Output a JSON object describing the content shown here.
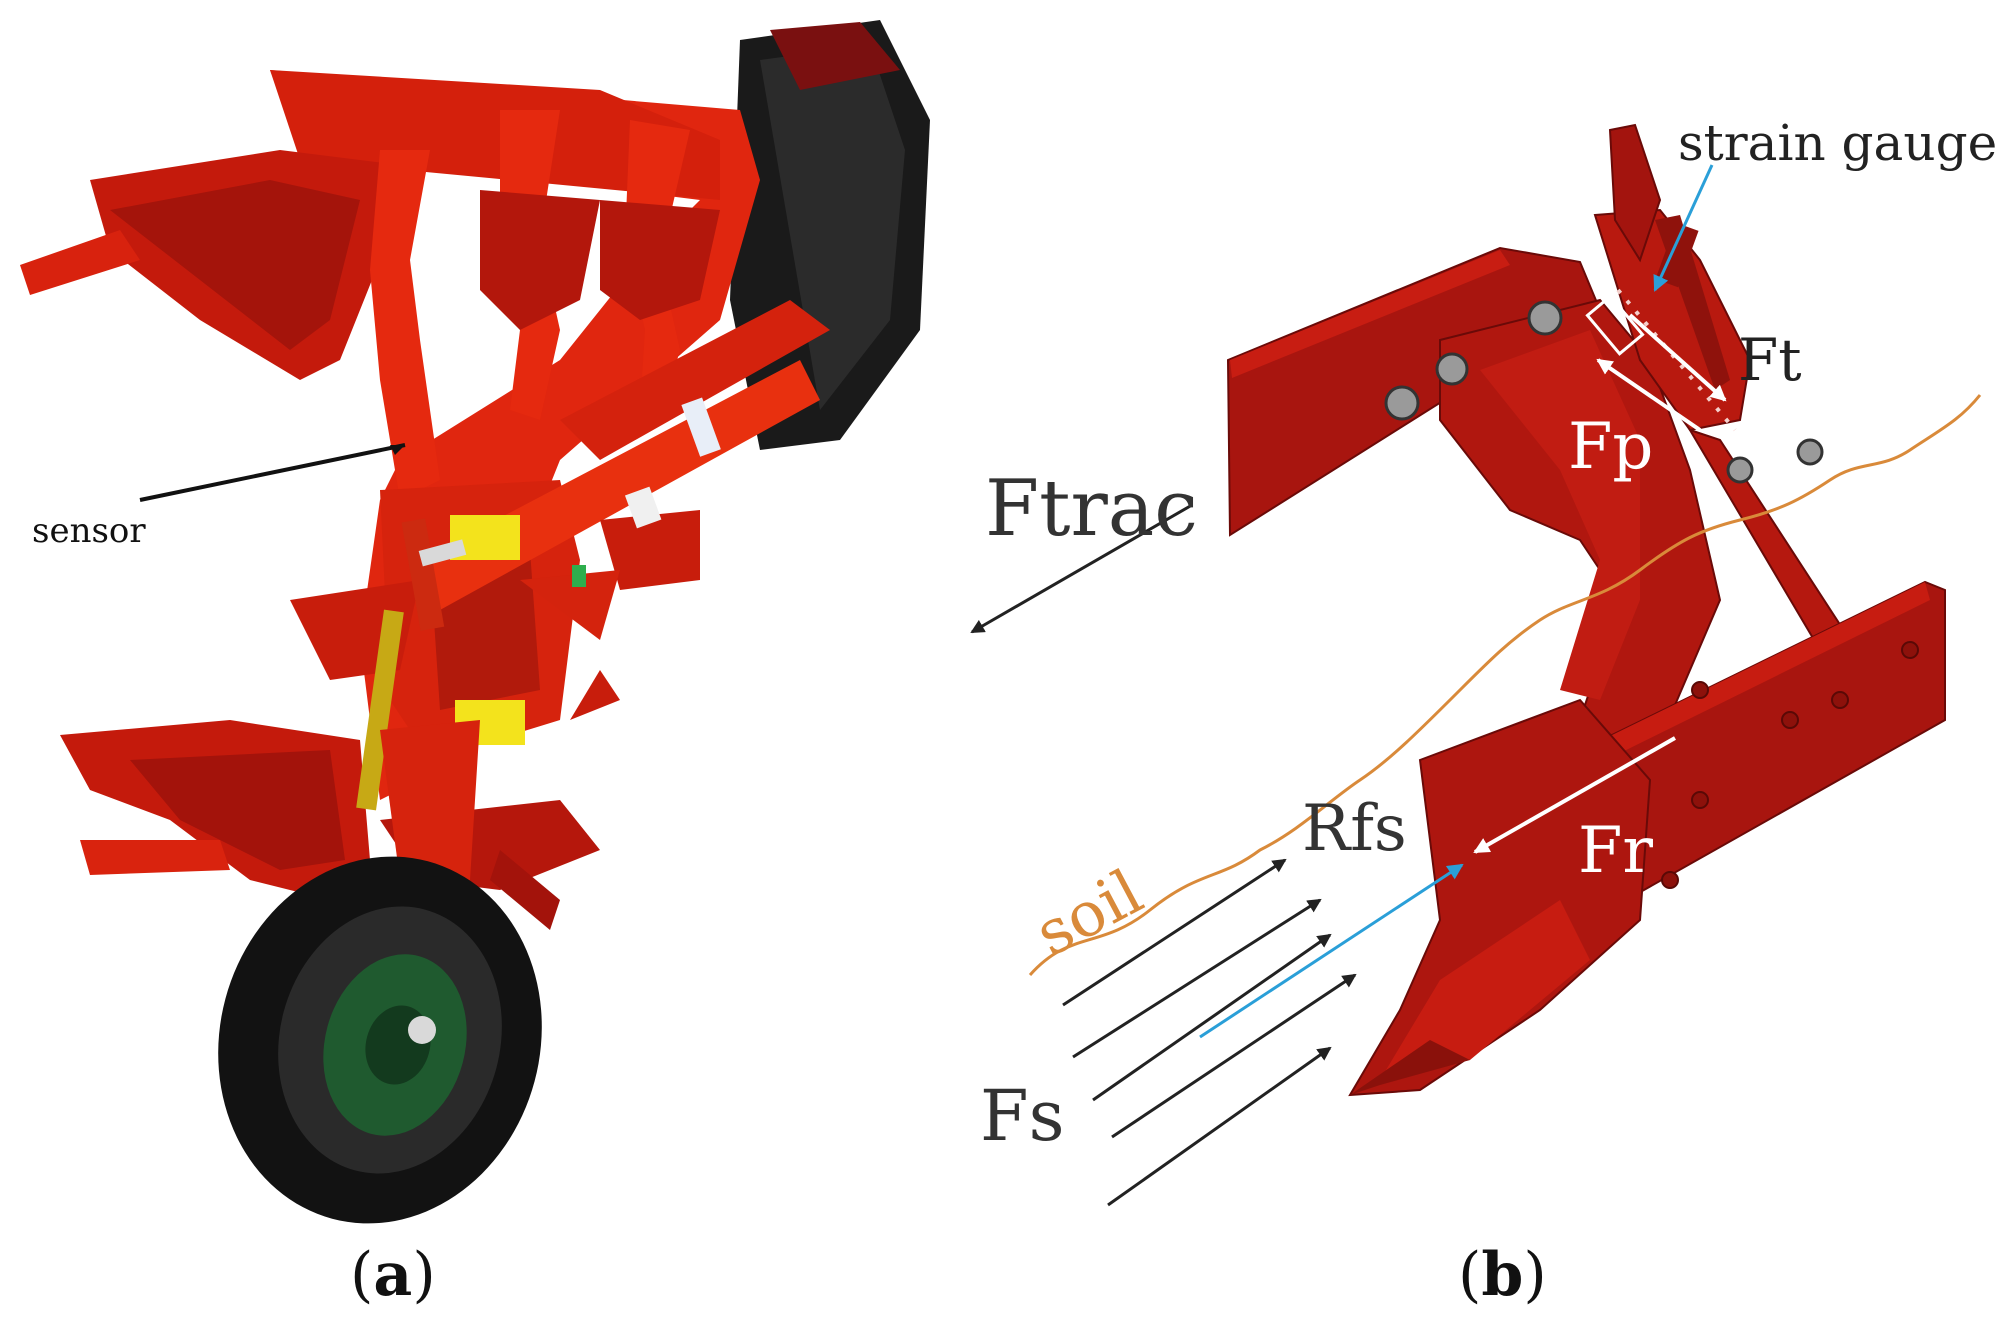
{
  "panel_a": {
    "caption_open": "(",
    "caption_letter": "a",
    "caption_close": ")",
    "sensor_label": "sensor"
  },
  "panel_b": {
    "caption_open": "(",
    "caption_letter": "b",
    "caption_close": ")",
    "labels": {
      "strain_gauge": "strain gauge",
      "ft": "Ft",
      "fp": "Fp",
      "ftrac": "Ftrac",
      "soil": "soil",
      "rfs": "Rfs",
      "fr": "Fr",
      "fs": "Fs"
    }
  },
  "colors": {
    "plough_red": "#e0260f",
    "dark_red": "#a8150f",
    "soil_line": "#d98a3a",
    "blue_arrow": "#2a9fd8",
    "tyre": "#121212",
    "rim": "#1f5a2f",
    "yellow": "#f3e31c"
  }
}
